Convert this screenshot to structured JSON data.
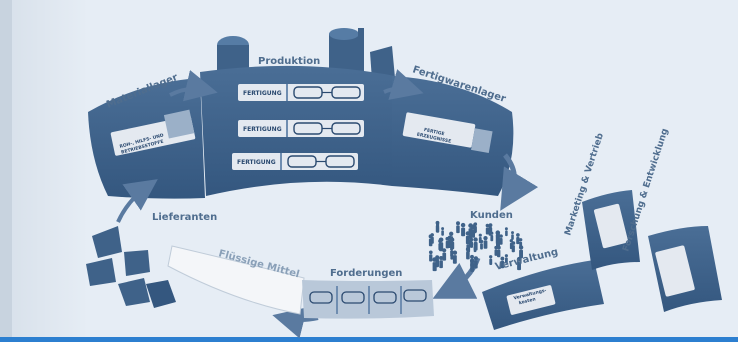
{
  "labels": {
    "materiallager": "Materiallager",
    "produktion": "Produktion",
    "fertigwarenlager": "Fertigwarenlager",
    "kunden": "Kunden",
    "lieferanten": "Lieferanten",
    "fluessige_mittel": "Flüssige Mittel",
    "forderungen": "Forderungen",
    "verwaltung": "Verwaltung",
    "marketing": "Marketing & Vertrieb",
    "forschung": "Forschung & Entwicklung"
  },
  "materiallager_box": [
    "ROH-, HILFS- UND",
    "BETRIEBSSTOFFE"
  ],
  "fertigung_rows": [
    "FERTIGUNG",
    "FERTIGUNG",
    "FERTIGUNG"
  ],
  "fertigwaren_box": [
    "FERTIGE",
    "ERZEUGNISSE"
  ],
  "verwaltung_box": [
    "Verwaltungs-",
    "kosten"
  ],
  "colors": {
    "background": "#e6edf5",
    "block": "#3f6289",
    "block_dark": "#2b4a70",
    "light_box": "#e4e9f0",
    "accent_bar": "#2c7fd0"
  }
}
